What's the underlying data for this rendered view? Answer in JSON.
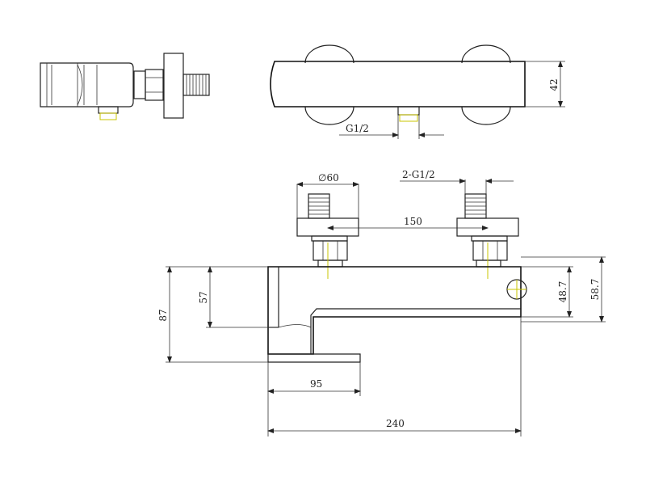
{
  "dimensions": {
    "height_42": "42",
    "thread_g12": "G1/2",
    "diameter_60": "∅60",
    "thread_2g12": "2-G1/2",
    "spacing_150": "150",
    "height_87": "87",
    "height_57": "57",
    "height_487": "48.7",
    "height_587": "58.7",
    "length_95": "95",
    "length_240": "240"
  },
  "colors": {
    "line": "#222222",
    "centerline": "#c9c400",
    "background": "#ffffff"
  }
}
